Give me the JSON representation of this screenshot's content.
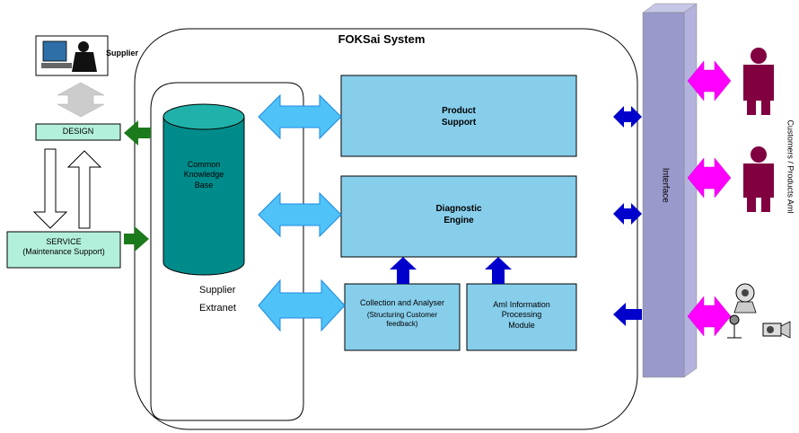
{
  "system_title": "FOKSai System",
  "supplier_label": "Supplier",
  "design_label": "DESIGN",
  "service_line1": "SERVICE",
  "service_line2": "(Maintenance Support)",
  "kb_line1": "Common",
  "kb_line2": "Knowledge",
  "kb_line3": "Base",
  "extranet_line1": "Supplier",
  "extranet_line2": "Extranet",
  "product_support_line1": "Product",
  "product_support_line2": "Support",
  "diagnostic_line1": "Diagnostic",
  "diagnostic_line2": "Engine",
  "collection_line1": "Collection and Analyser",
  "collection_line2": "(Structuring Customer",
  "collection_line3": "feedback)",
  "ami_line1": "AmI Information",
  "ami_line2": "Processing",
  "ami_line3": "Module",
  "interface_label": "Interface",
  "customers_label": "Customers / Products AmI",
  "colors": {
    "box_fill": "#87ceeb",
    "cylinder": "#008b8b",
    "light_arrow": "#4fc3f7",
    "blue_arrow": "#0000cd",
    "green_arrow": "#1b7a1b",
    "magenta": "#ff00ff",
    "person": "#800040",
    "interface": "#9999cc",
    "left_box": "#b3f0dc"
  }
}
